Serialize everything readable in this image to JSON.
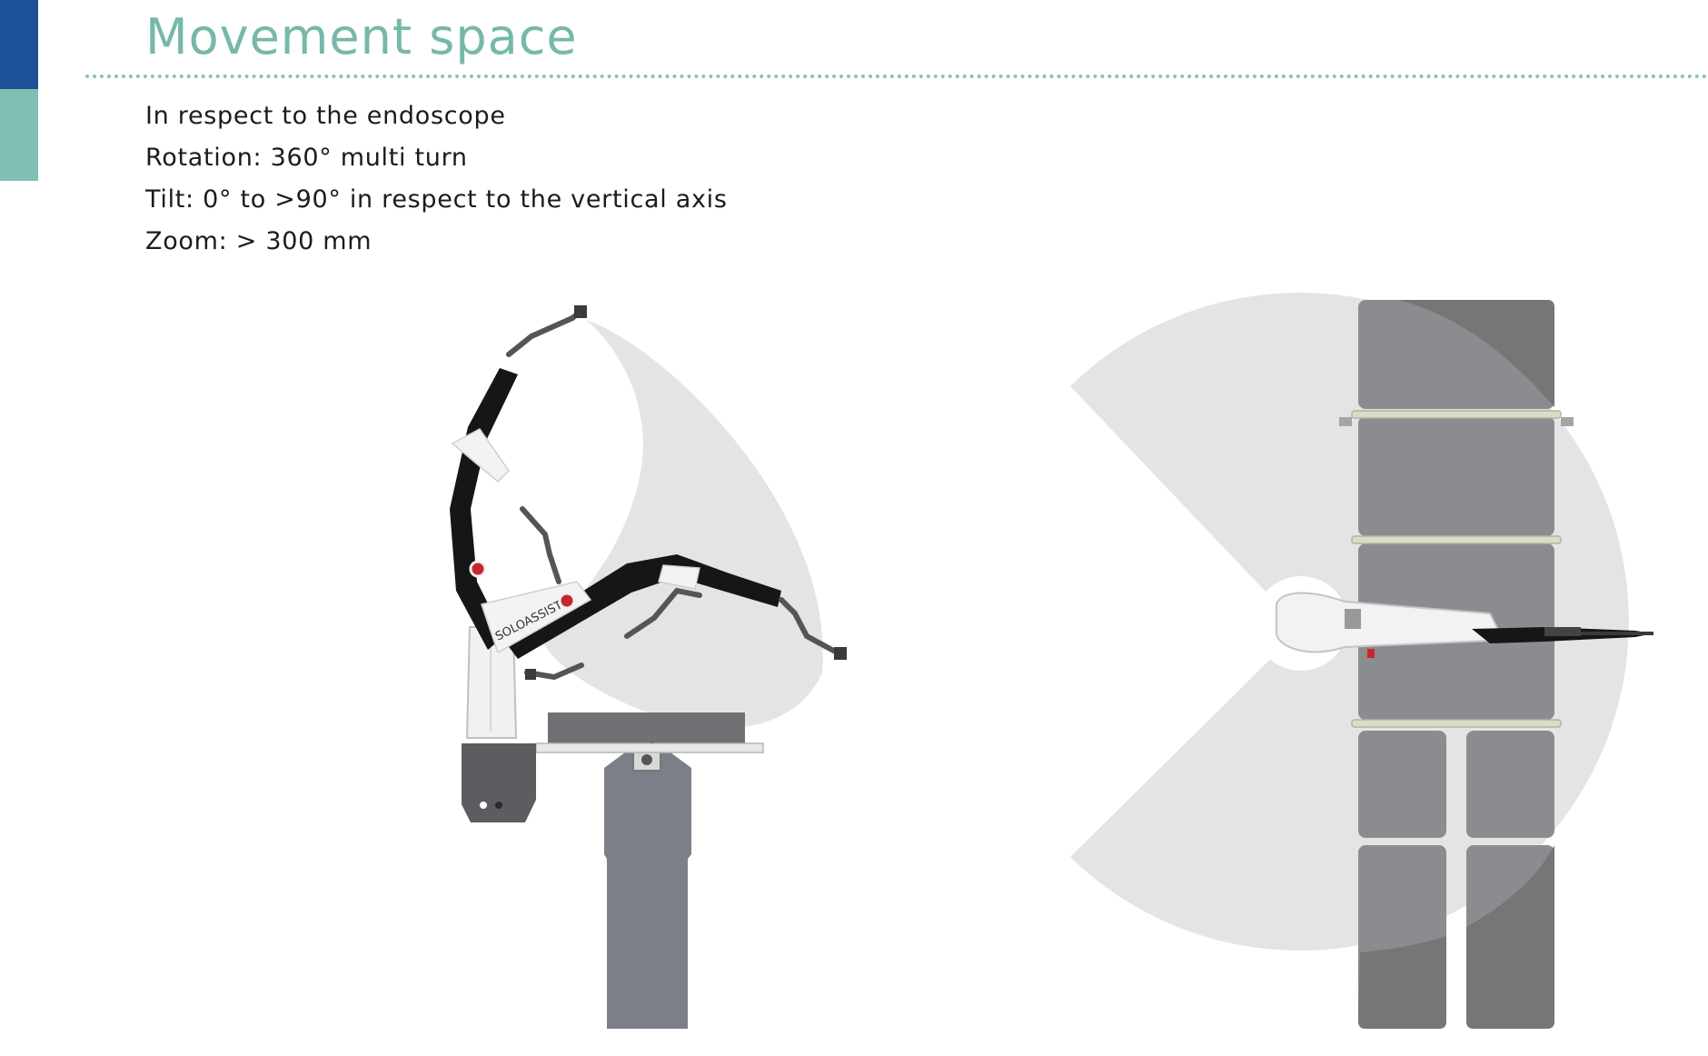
{
  "page": {
    "title": "Movement space",
    "colors": {
      "accent_dark": "#1d5197",
      "accent_light": "#81bfb2",
      "title": "#76b8a9",
      "sweep": "#e3e5e5",
      "arm": "#161616",
      "table": "#8a8c8f",
      "column": "#7b7f88"
    }
  },
  "specs": [
    "In respect to the endoscope",
    "Rotation: 360° multi turn",
    "Tilt: 0° to >90° in respect to the vertical axis",
    "Zoom: > 300 mm"
  ],
  "figures": {
    "side_view": {
      "arm_label": "SOLOASSIST"
    },
    "top_view": {}
  }
}
